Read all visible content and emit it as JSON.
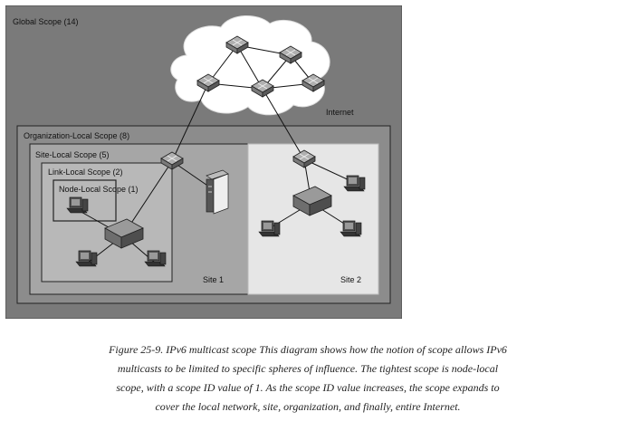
{
  "diagram": {
    "scopes": {
      "global": "Global Scope (14)",
      "organization": "Organization-Local Scope (8)",
      "site": "Site-Local Scope (5)",
      "link": "Link-Local Scope (2)",
      "node": "Node-Local Scope (1)"
    },
    "internet_label": "Internet",
    "site1_label": "Site 1",
    "site2_label": "Site 2",
    "colors": {
      "global_bg": "#7a7a7a",
      "org_bg": "#8c8c8c",
      "site1_bg": "#a6a6a6",
      "link_bg": "#b8b8b8",
      "site2_bg": "#e6e6e6",
      "cloud": "#ffffff",
      "router": "#9a9a9a"
    }
  },
  "caption": {
    "line1": "Figure 25-9. IPv6 multicast scope This diagram shows how the notion of scope allows IPv6",
    "line2": "multicasts to be limited to specific spheres of influence. The tightest scope is node-local",
    "line3": "scope, with a scope ID value of 1. As the scope ID value increases, the scope expands to",
    "line4": "cover the local network, site, organization, and finally, entire Internet."
  }
}
